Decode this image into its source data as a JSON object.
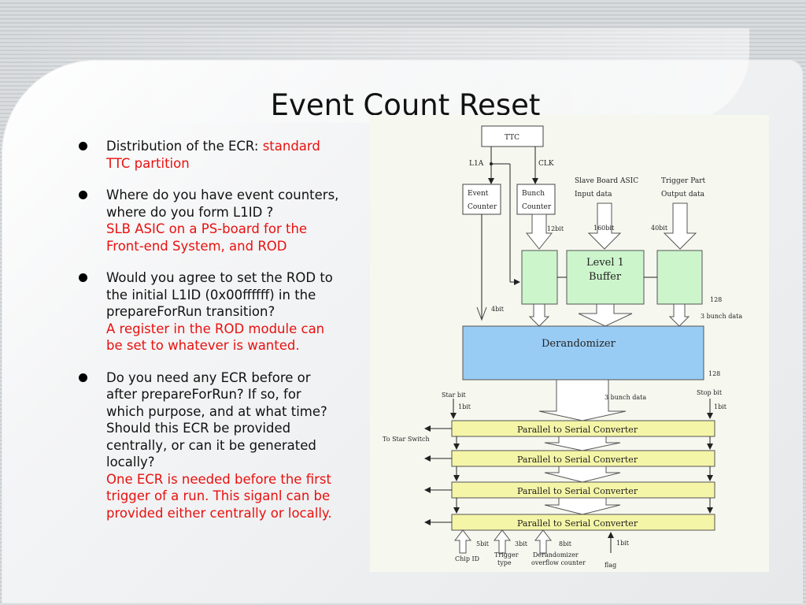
{
  "slide": {
    "title": "Event Count Reset",
    "bullets": [
      {
        "black": "Distribution of the ECR: ",
        "red": "standard\nTTC partition"
      },
      {
        "black": "Where do you have event counters,\nwhere do you form L1ID ?",
        "red": "SLB ASIC on a PS-board for the\nFront-end System, and ROD"
      },
      {
        "black": "Would you agree to set the ROD to\nthe initial L1ID (0x00ffffff) in the\nprepareForRun transition?",
        "red": "A register in the ROD module can\nbe set to whatever is wanted."
      },
      {
        "black": "Do you need any ECR before or\nafter prepareForRun? If so, for\nwhich  purpose, and at what time?\nShould this ECR be provided\ncentrally, or  can it be generated\nlocally?",
        "red": "One ECR is needed before the first\ntrigger of a run. This siganl can be\nprovided either centrally or locally."
      }
    ]
  },
  "diagram": {
    "ttc": "TTC",
    "l1a": "L1A",
    "clk": "CLK",
    "event_counter": [
      "Event",
      "Counter"
    ],
    "bunch_counter": [
      "Bunch",
      "Counter"
    ],
    "slave_input": [
      "Slave Board ASIC",
      "Input data"
    ],
    "trigger_output": [
      "Trigger Part",
      "Output data"
    ],
    "bits_12": "12bit",
    "bits_160": "160bit",
    "bits_40": "40bit",
    "bits_4": "4bit",
    "level1": [
      "Level 1",
      "Buffer"
    ],
    "n128a": "128",
    "n128b": "128",
    "three_bunch_right": "3 bunch data",
    "derandomizer": "Derandomizer",
    "star_bit": "Star bit",
    "stop_bit": "Stop bit",
    "bit1_left": "1bit",
    "bit1_right": "1bit",
    "three_bunch_mid": "3 bunch data",
    "to_star_switch": "To Star Switch",
    "converters": [
      "Parallel to Serial Converter",
      "Parallel to Serial Converter",
      "Parallel to Serial Converter",
      "Parallel to Serial Converter"
    ],
    "bits_5": "5bit",
    "bits_3": "3bit",
    "bits_8": "8bit",
    "bits_1": "1bit",
    "chip_id": "Chip ID",
    "trigger_type": [
      "Trigger",
      "type"
    ],
    "derand_overflow": [
      "Derandomizer",
      "overflow counter"
    ],
    "flag": "flag"
  }
}
